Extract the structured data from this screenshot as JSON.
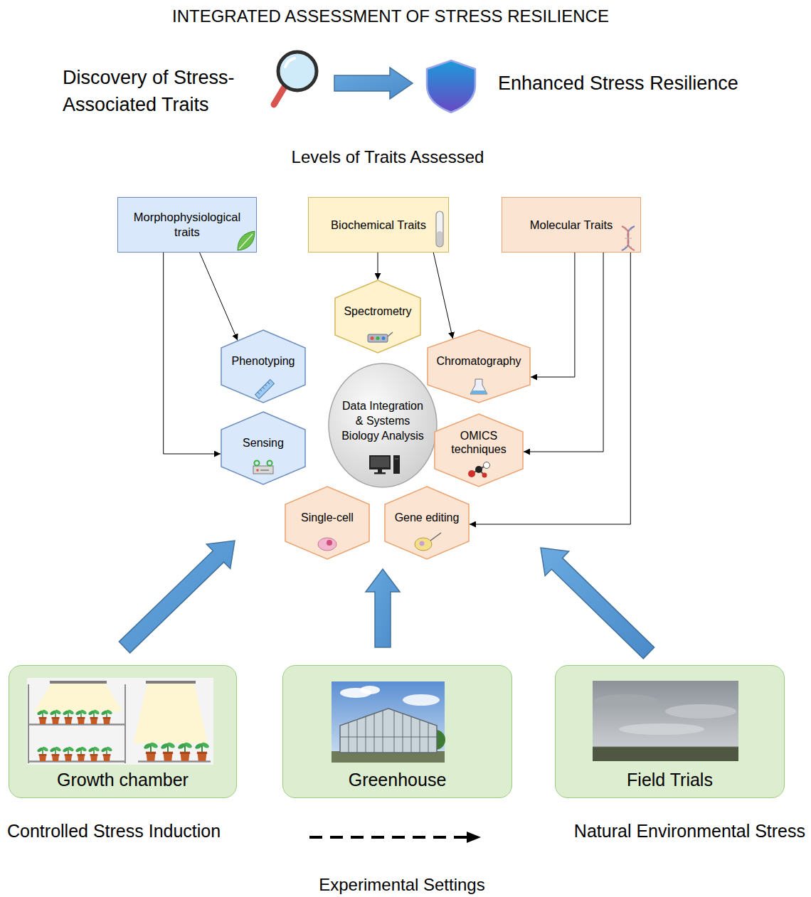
{
  "diagram": {
    "title": "INTEGRATED ASSESSMENT OF STRESS RESILIENCE",
    "nodes": [
      {
        "text": [
          "Morphophysiological traits"
        ]
      },
      {
        "text": [
          "Biochemical Traits"
        ]
      },
      {
        "text": [
          "Molecular Traits"
        ]
      },
      {
        "text": [
          "Spectrometry"
        ]
      },
      {
        "text": [
          "Phenotyping"
        ]
      },
      {
        "text": [
          "Chromatography"
        ]
      },
      {
        "text": [
          "Data Integration & Systems Biology Analysis"
        ]
      },
      {
        "text": [
          "Sensing"
        ]
      },
      {
        "text": [
          "OMICS techniques"
        ]
      },
      {
        "text": [
          "Single-cell"
        ]
      },
      {
        "text": [
          "Gene editing"
        ]
      },
      {
        "text": [
          "Growth chamber"
        ]
      },
      {
        "text": [
          "Greenhouse"
        ]
      },
      {
        "text": [
          "Field Trials"
        ]
      }
    ],
    "edges": [
      {
        "from": 0,
        "to": 4,
        "arrow": "to"
      },
      {
        "from": 0,
        "to": 7,
        "arrow": "to"
      },
      {
        "from": 1,
        "to": 3,
        "arrow": "to"
      },
      {
        "from": 1,
        "to": 5,
        "arrow": "to"
      },
      {
        "from": 2,
        "to": 5,
        "arrow": "to"
      },
      {
        "from": 2,
        "to": 8,
        "arrow": "to"
      },
      {
        "from": 2,
        "to": 10,
        "arrow": "to"
      }
    ],
    "labels": [
      "Discovery of Stress-Associated Traits",
      "Enhanced Stress Resilience",
      "Levels of Traits Assessed",
      "Controlled Stress Induction",
      "Natural Environmental Stress",
      "Experimental Settings"
    ]
  }
}
